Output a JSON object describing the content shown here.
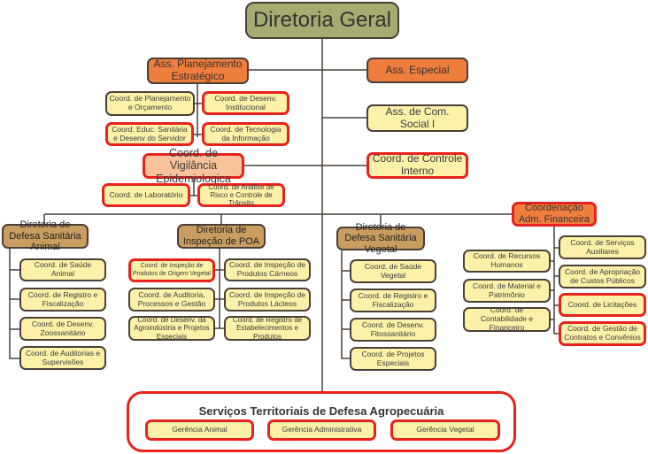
{
  "top": "Diretoria Geral",
  "ass_planejamento": "Ass. Planejamento Estratégico",
  "ass_especial": "Ass. Especial",
  "ass_com": "Ass. de Com. Social I",
  "controle": "Coord. de Controle Interno",
  "plan_children": [
    "Coord. de Planejamento e Orçamento",
    "Coord. de Desenv. Institucional",
    "Coord. Educ. Sanitária e Desenv do Servidor",
    "Coord. de Tecnologia da Informação"
  ],
  "vigilancia": "Coord. de Vigilância Epidemiologica",
  "vig_children": [
    "Coord. de Laboratório",
    "Coord. de Análise de Risco e Controle de Trânsito"
  ],
  "dir_animal": "Diretoria de Defesa Sanitária Animal",
  "animal_children": [
    "Coord. de Saúde Animal",
    "Coord. de Registro e Fiscalização",
    "Coord. de Desenv. Zoossanitário",
    "Coord. de Auditorias e Supervisões"
  ],
  "dir_poa": "Diretoria de Inspeção de POA",
  "poa_children": [
    "Coord. de Inspeção de Produtos de Origem Vegetal",
    "Coord. de Inspeção de Produtos Cárneos",
    "Coord. de Auditoria, Processos e Gestão",
    "Coord. de Inspeção de Produtos Lácteos",
    "Coord. de Desenv. da Agroindústria e Projetos Especiais",
    "Coord. de Registro de Estabelecimentos e Produtos"
  ],
  "dir_vegetal": "Diretoria de Defesa Sanitária Vegetal",
  "vegetal_children": [
    "Coord. de Saúde Vegetal",
    "Coord. de Registro e Fiscalização",
    "Coord. de Desenv. Fitossanitário",
    "Coord. de Projetos Especiais"
  ],
  "adm_fin": "Coordenação Adm. Financeira",
  "adm_children": [
    "Coord. de Recursos Humanos",
    "Coord. de Material e Patrimônio",
    "Coord. de Contabilidade e Financeiro",
    "Coord. de Serviços Auxiliares",
    "Coord. de Apropriação de Custos Públicos",
    "Coord. de Licitações",
    "Coord. de Gestão de Contratos e Convênios"
  ],
  "territoriais": {
    "title": "Serviços Territoriais de Defesa Agropecuária",
    "items": [
      "Gerência Animal",
      "Gerência Administrativa",
      "Gerência Vegetal"
    ]
  },
  "colors": {
    "highlight_border": "#e8221c",
    "top": "#a6ab6f",
    "assessoria": "#ef7d3b",
    "diretoria": "#c99d60",
    "coord": "#fdf1a9",
    "vigilancia": "#f8c39a"
  }
}
